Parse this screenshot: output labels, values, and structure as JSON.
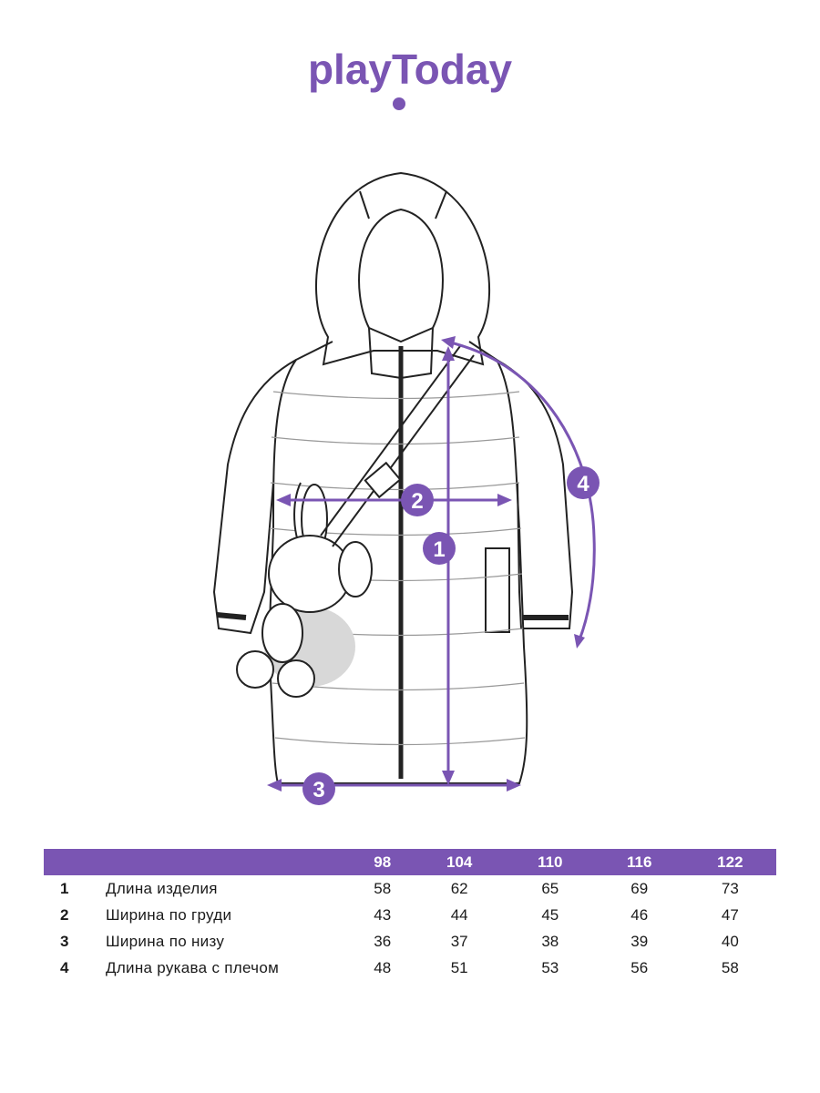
{
  "brand": {
    "name": "playToday",
    "color": "#7a55b3"
  },
  "drawing": {
    "markers": [
      "1",
      "2",
      "3",
      "4"
    ],
    "line_color": "#222222",
    "accent_color": "#7a55b3"
  },
  "table": {
    "sizes": [
      "98",
      "104",
      "110",
      "116",
      "122"
    ],
    "rows": [
      {
        "num": "1",
        "name": "Длина изделия",
        "values": [
          "58",
          "62",
          "65",
          "69",
          "73"
        ]
      },
      {
        "num": "2",
        "name": "Ширина по груди",
        "values": [
          "43",
          "44",
          "45",
          "46",
          "47"
        ]
      },
      {
        "num": "3",
        "name": "Ширина по низу",
        "values": [
          "36",
          "37",
          "38",
          "39",
          "40"
        ]
      },
      {
        "num": "4",
        "name": "Длина рукава с плечом",
        "values": [
          "48",
          "51",
          "53",
          "56",
          "58"
        ]
      }
    ]
  }
}
